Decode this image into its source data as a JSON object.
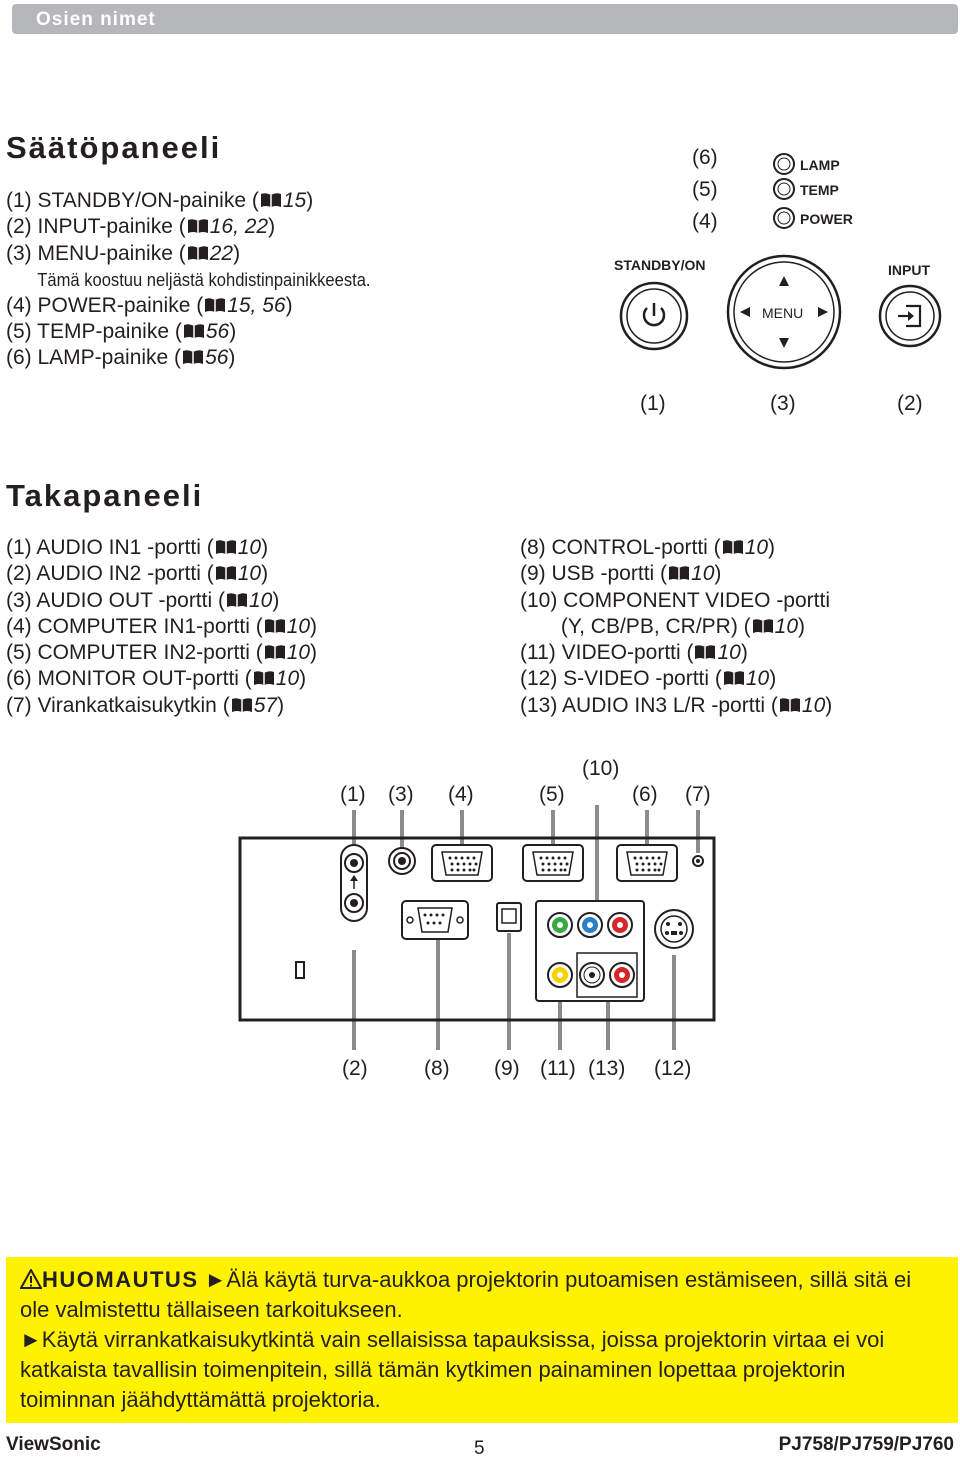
{
  "header": {
    "title": "Osien nimet"
  },
  "control_panel": {
    "title": "Säätöpaneeli",
    "items": [
      {
        "label": "(1) STANDBY/ON-painike (",
        "ref": "15",
        "close": ")"
      },
      {
        "label": "(2) INPUT-painike (",
        "ref": "16, 22",
        "close": ")"
      },
      {
        "label": "(3) MENU-painike  (",
        "ref": "22",
        "close": ")"
      }
    ],
    "menu_note": "Tämä koostuu neljästä kohdistinpainikkeesta.",
    "items2": [
      {
        "label": "(4) POWER-painike (",
        "ref": "15, 56",
        "close": ")"
      },
      {
        "label": "(5) TEMP-painike (",
        "ref": "56",
        "close": ")"
      },
      {
        "label": "(6) LAMP-painike (",
        "ref": "56",
        "close": ")"
      }
    ],
    "diagram": {
      "callout_6": "(6)",
      "callout_5": "(5)",
      "callout_4": "(4)",
      "lamp": "LAMP",
      "temp": "TEMP",
      "power": "POWER",
      "standby": "STANDBY/ON",
      "input": "INPUT",
      "menu": "MENU",
      "callout_1": "(1)",
      "callout_3": "(3)",
      "callout_2": "(2)"
    }
  },
  "rear_panel": {
    "title": "Takapaneeli",
    "left_items": [
      {
        "label": "(1) AUDIO IN1 -portti (",
        "ref": "10",
        "close": ")"
      },
      {
        "label": "(2) AUDIO IN2 -portti (",
        "ref": "10",
        "close": ")"
      },
      {
        "label": "(3) AUDIO OUT -portti (",
        "ref": "10",
        "close": ")"
      },
      {
        "label": "(4) COMPUTER IN1-portti (",
        "ref": "10",
        "close": ")"
      },
      {
        "label": "(5) COMPUTER IN2-portti (",
        "ref": "10",
        "close": ")"
      },
      {
        "label": "(6) MONITOR OUT-portti (",
        "ref": "10",
        "close": ")"
      },
      {
        "label": "(7) Virankatkaisukytkin (",
        "ref": "57",
        "close": ")"
      }
    ],
    "right_items": [
      {
        "label": "(8) CONTROL-portti (",
        "ref": "10",
        "close": ")"
      },
      {
        "label": "(9) USB -portti (",
        "ref": "10",
        "close": ")"
      },
      {
        "label": "(10) COMPONENT VIDEO -portti",
        "ref": "",
        "close": ""
      },
      {
        "label": "       (Y, CB/PB, CR/PR) (",
        "ref": "10",
        "close": ")"
      },
      {
        "label": "(11) VIDEO-portti (",
        "ref": "10",
        "close": ")"
      },
      {
        "label": "(12) S-VIDEO -portti (",
        "ref": "10",
        "close": ")"
      },
      {
        "label": "(13) AUDIO IN3 L/R -portti (",
        "ref": "10",
        "close": ")"
      }
    ],
    "top_callouts": [
      "(1)",
      "(3)",
      "(4)",
      "(5)",
      "(10)",
      "(6)",
      "(7)"
    ],
    "bottom_callouts": [
      "(2)",
      "(8)",
      "(9)",
      "(11)",
      "(13)",
      "(12)"
    ]
  },
  "note": {
    "heading": "HUOMAUTUS",
    "line1": "►Älä käytä turva-aukkoa projektorin putoamisen estämiseen, sillä sitä ei ole valmistettu tällaiseen tarkoitukseen.",
    "line2": "►Käytä virrankatkaisukytkintä vain sellaisissa tapauksissa, joissa projektorin virtaa ei voi katkaista tavallisin toimenpitein, sillä tämän kytkimen painaminen lopettaa projektorin toiminnan jäähdyttämättä projektoria."
  },
  "footer": {
    "brand": "ViewSonic",
    "page": "5",
    "model": "PJ758/PJ759/PJ760"
  },
  "colors": {
    "note_bg": "#fff200",
    "header_bg": "#b6b7ba"
  }
}
